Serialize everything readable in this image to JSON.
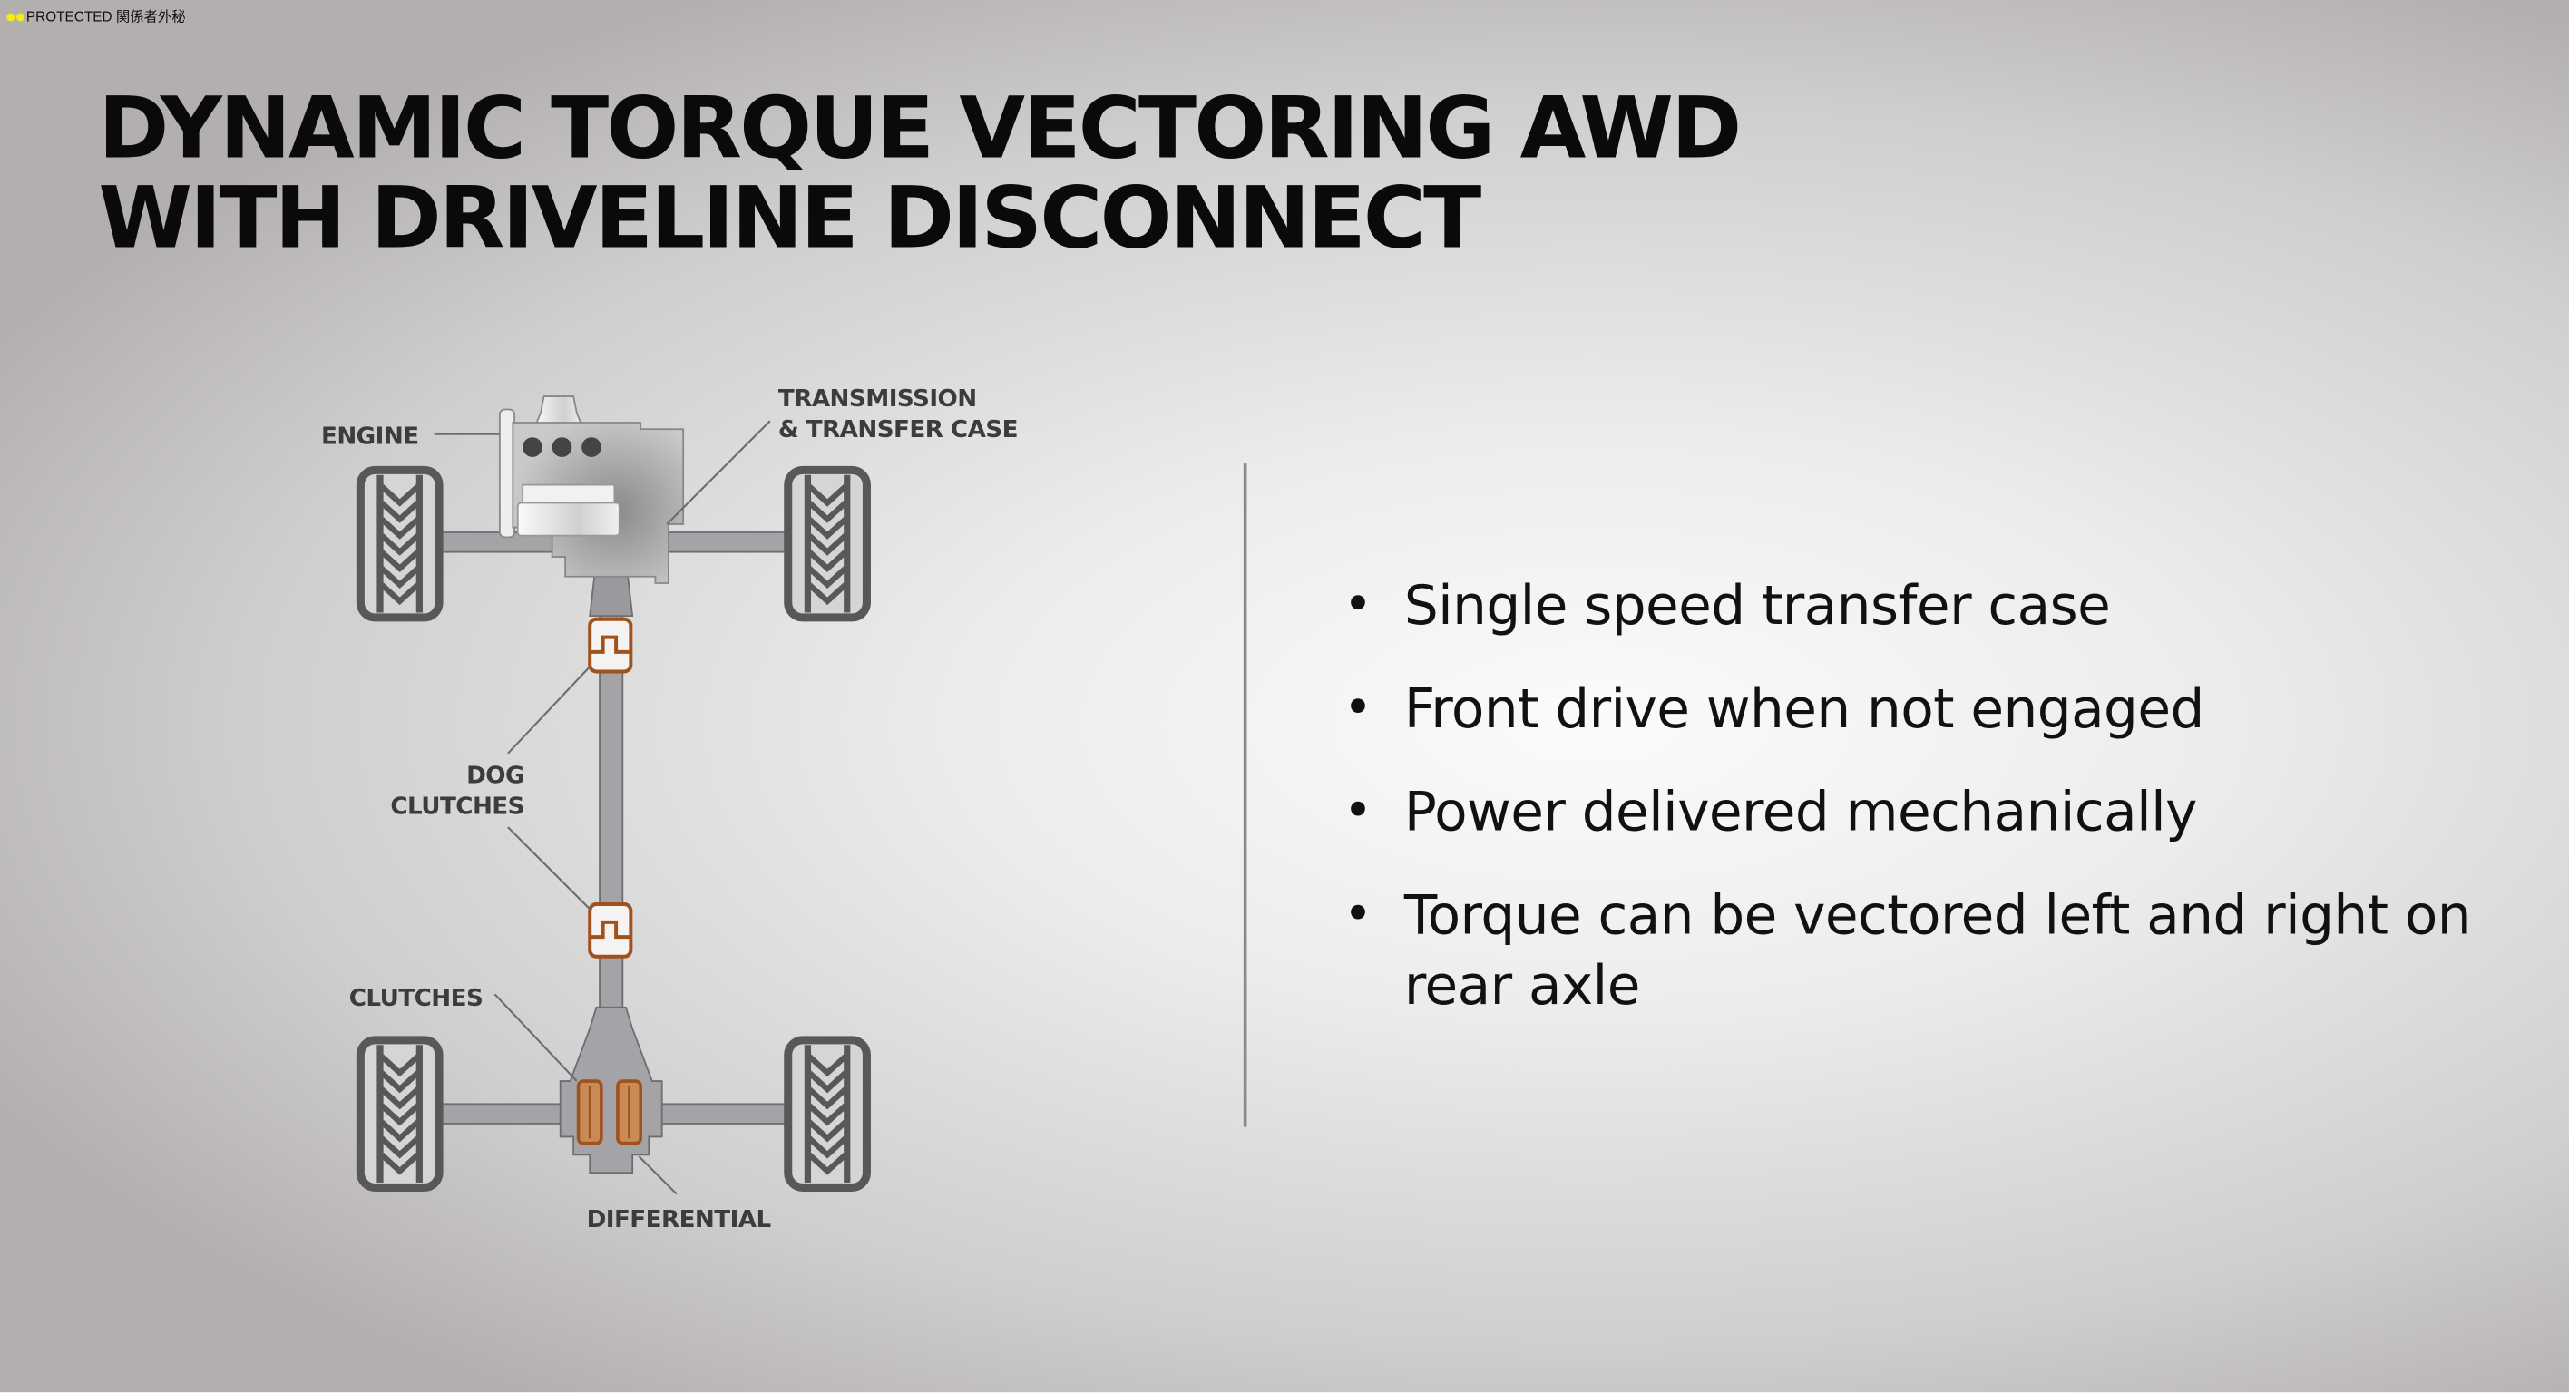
{
  "banner": {
    "label": "PROTECTED 関係者外秘",
    "dot_color": "#f5ea12"
  },
  "title": {
    "line1": "DYNAMIC TORQUE VECTORING AWD",
    "line2": "WITH DRIVELINE DISCONNECT"
  },
  "diagram": {
    "labels": {
      "engine": "ENGINE",
      "transmission_line1": "TRANSMISSION",
      "transmission_line2": "& TRANSFER CASE",
      "dog_line1": "DOG",
      "dog_line2": "CLUTCHES",
      "clutches": "CLUTCHES",
      "differential": "DIFFERENTIAL"
    },
    "accent_color": "#a0521c"
  },
  "bullets": [
    {
      "text": "Single speed transfer case"
    },
    {
      "text": "Front drive when not engaged"
    },
    {
      "text": "Power delivered mechanically"
    },
    {
      "text": "Torque can be vectored left and right on rear axle"
    }
  ]
}
